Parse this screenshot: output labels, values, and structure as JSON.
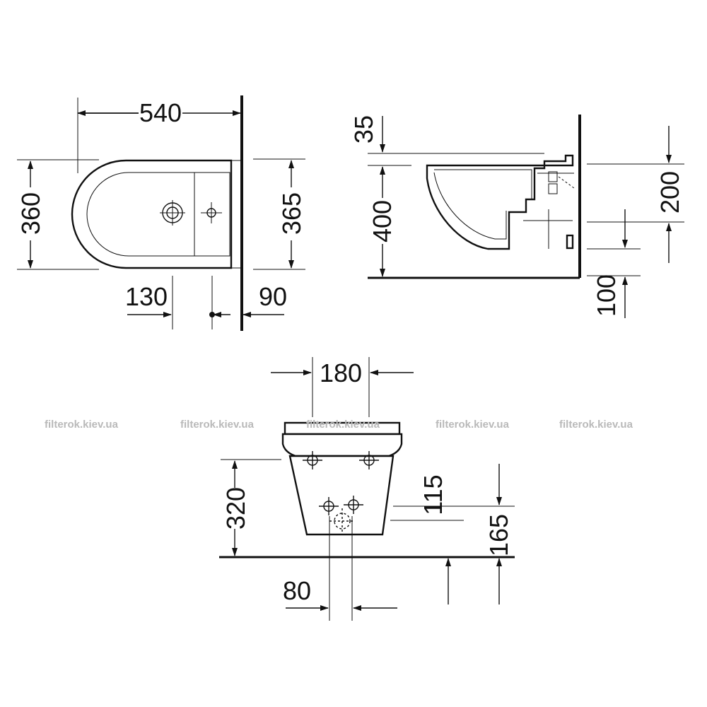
{
  "dimensions": {
    "top_view": {
      "length": "540",
      "width": "360",
      "width_back": "365",
      "tap_offset": "130",
      "wall_offset": "90"
    },
    "side_view": {
      "rim_top": "35",
      "rim_height": "400",
      "connection_height": "200",
      "drain_height": "100"
    },
    "front_view": {
      "width": "180",
      "height": "320",
      "inlet_height": "115",
      "outlet_height": "165",
      "spacing": "80"
    }
  },
  "watermark": "filterok.kiev.ua"
}
